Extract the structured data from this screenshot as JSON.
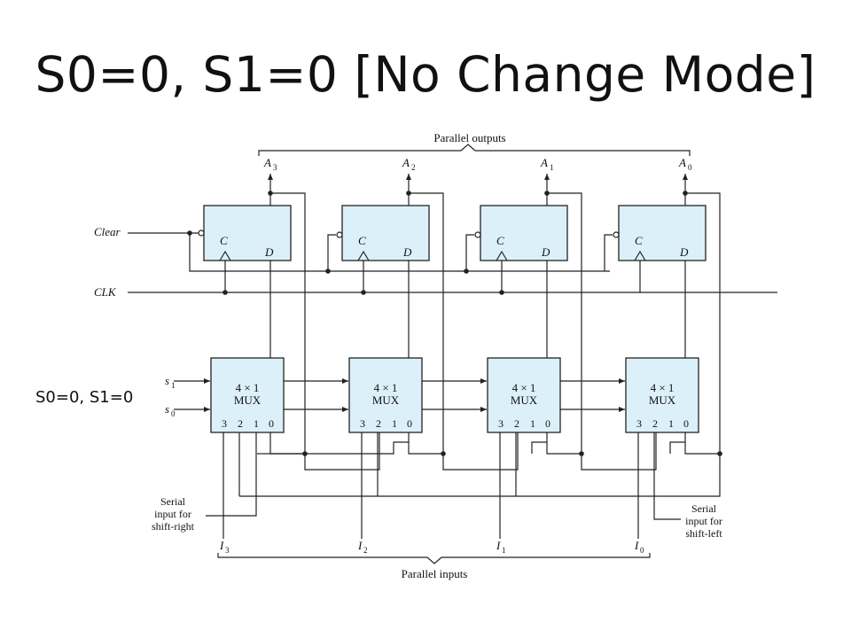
{
  "title": "S0=0, S1=0 [No Change Mode]",
  "side_note": "S0=0, S1=0",
  "colors": {
    "block_fill": "#dcf0fa",
    "line": "#222222",
    "text": "#111111"
  },
  "diagram": {
    "parallel_outputs_label": "Parallel outputs",
    "parallel_inputs_label": "Parallel inputs",
    "clear_label": "Clear",
    "clk_label": "CLK",
    "s1_label": "s",
    "s1_sub": "1",
    "s0_label": "s",
    "s0_sub": "0",
    "flipflop_clock_pin": "C",
    "flipflop_data_pin": "D",
    "mux_title": "4 × 1",
    "mux_subtitle": "MUX",
    "mux_select_inputs": [
      "3",
      "2",
      "1",
      "0"
    ],
    "outputs": [
      {
        "name": "A",
        "sub": "3"
      },
      {
        "name": "A",
        "sub": "2"
      },
      {
        "name": "A",
        "sub": "1"
      },
      {
        "name": "A",
        "sub": "0"
      }
    ],
    "inputs": [
      {
        "name": "I",
        "sub": "3"
      },
      {
        "name": "I",
        "sub": "2"
      },
      {
        "name": "I",
        "sub": "1"
      },
      {
        "name": "I",
        "sub": "0"
      }
    ],
    "serial_right_label": [
      "Serial",
      "input for",
      "shift-right"
    ],
    "serial_left_label": [
      "Serial",
      "input for",
      "shift-left"
    ]
  }
}
